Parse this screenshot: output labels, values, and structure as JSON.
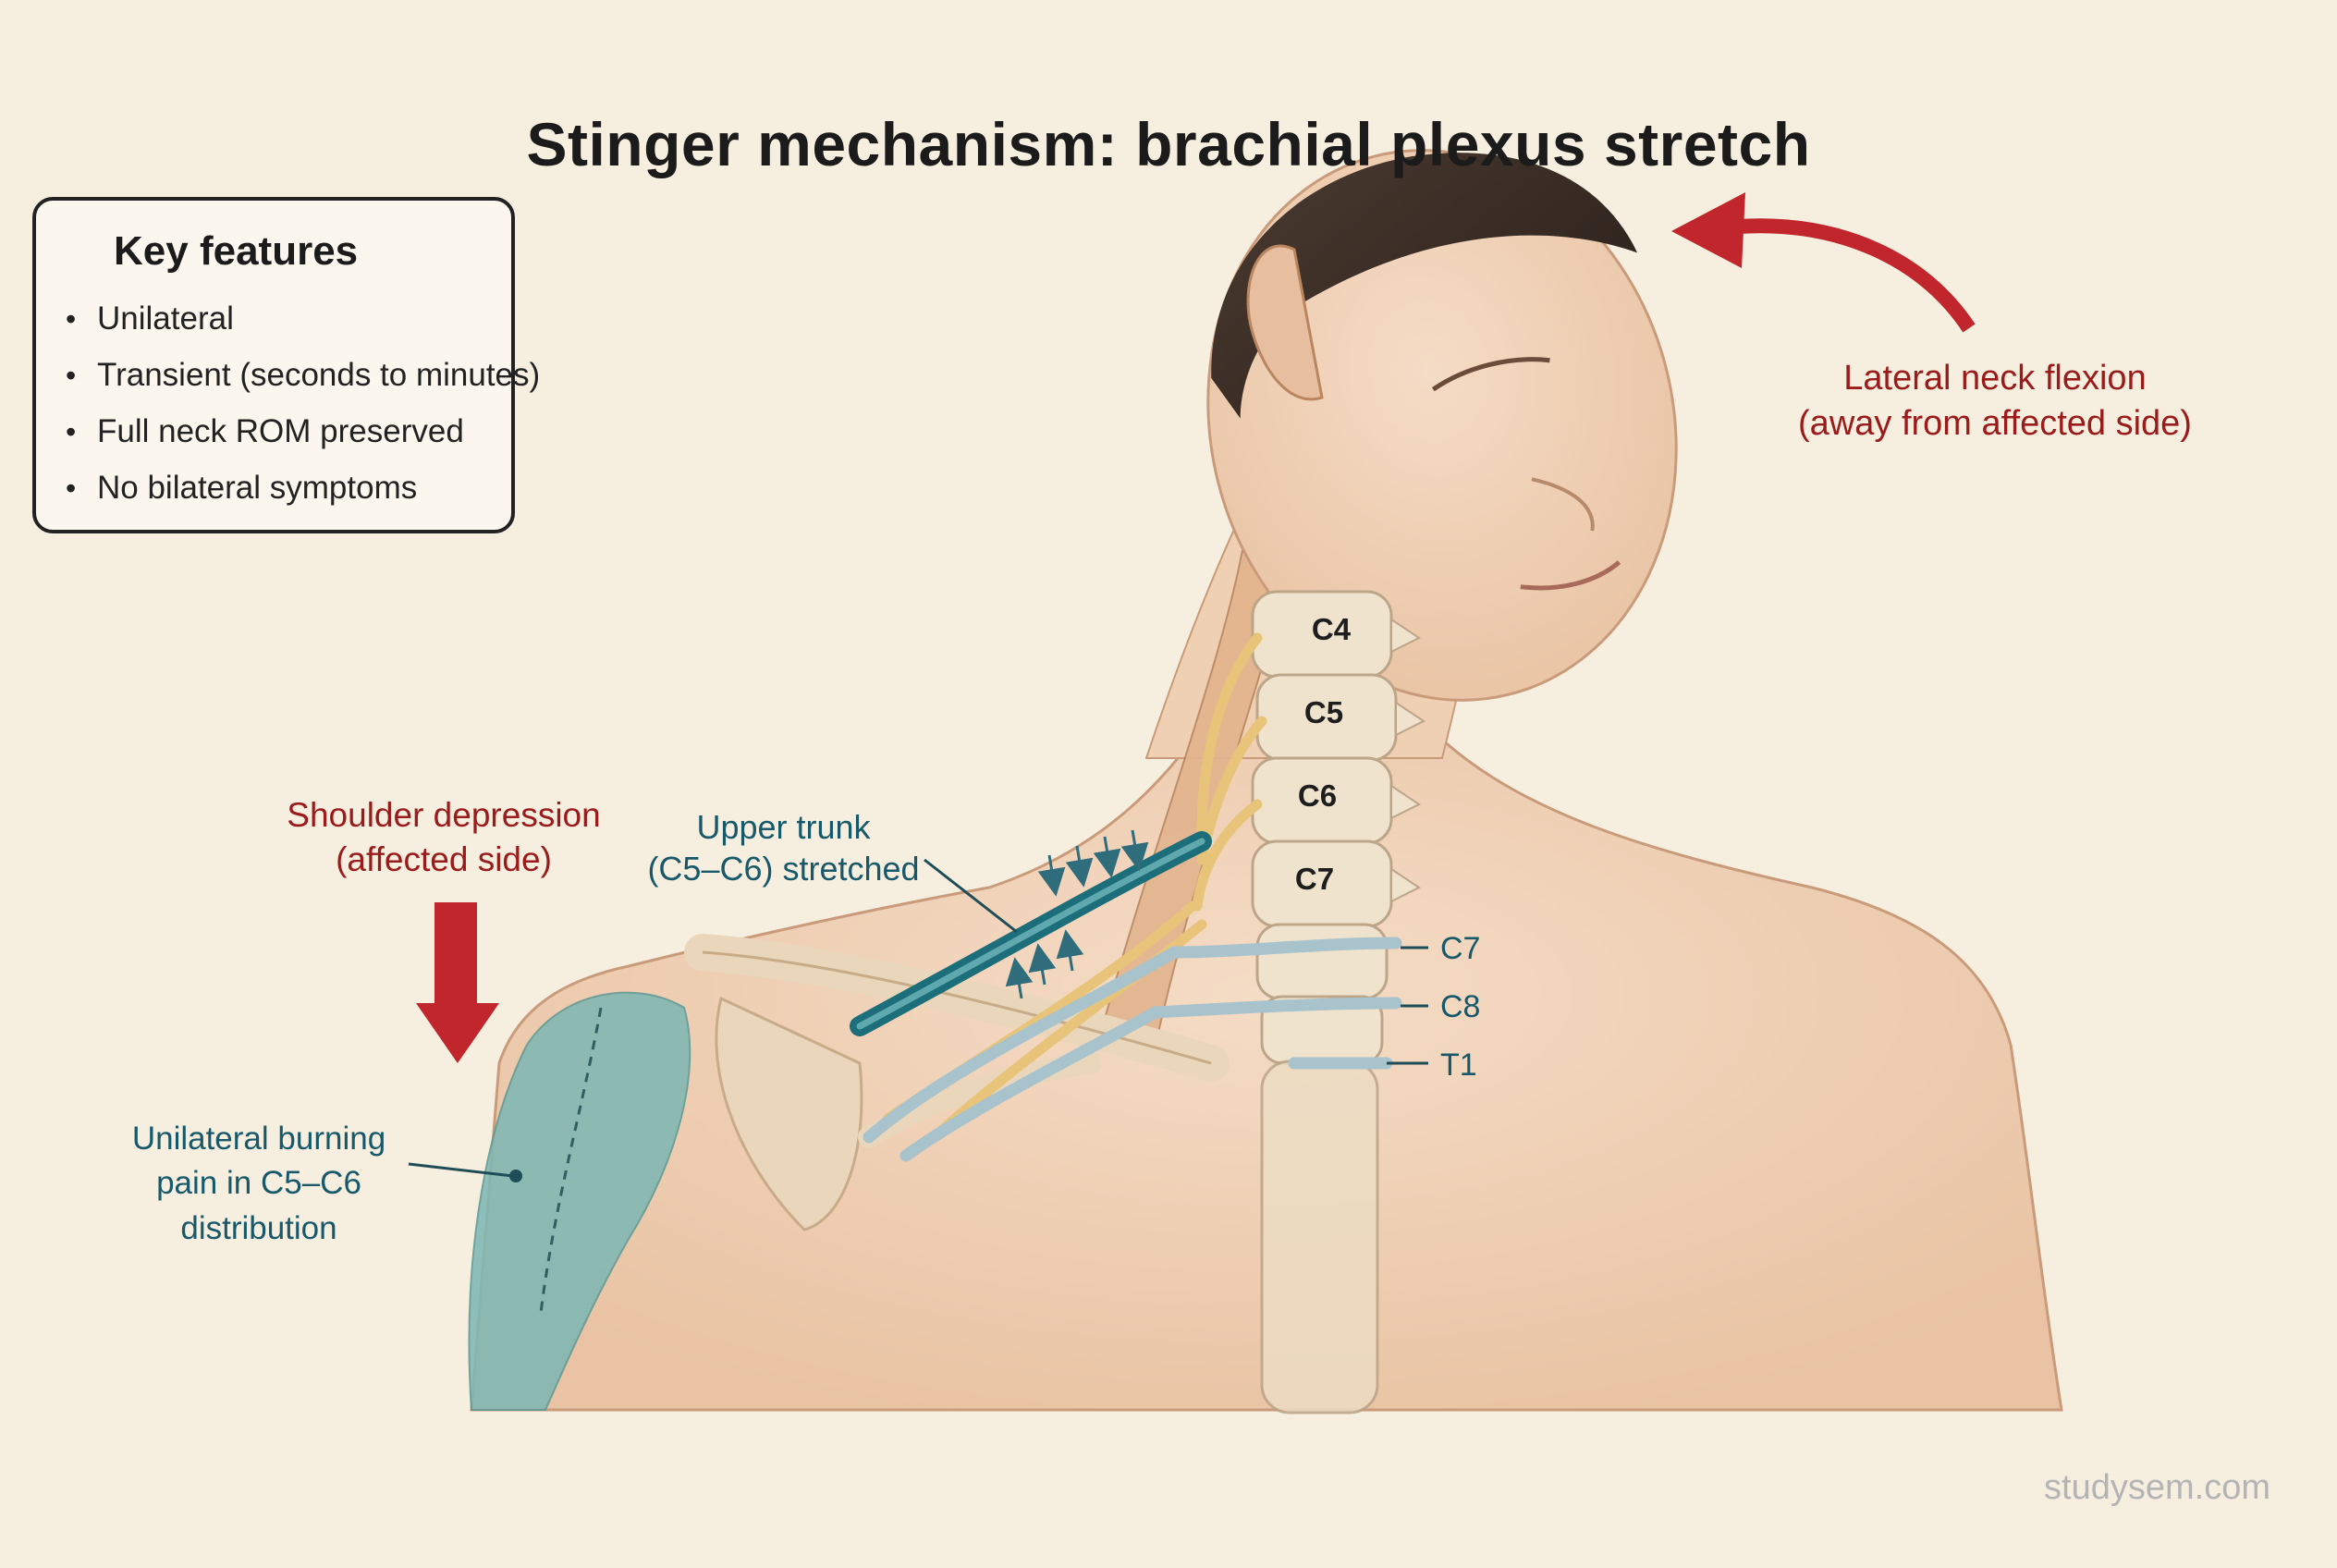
{
  "title": "Stinger mechanism: brachial plexus stretch",
  "key_features": {
    "heading": "Key features",
    "items": [
      "Unilateral",
      "Transient (seconds to minutes)",
      "Full neck ROM preserved",
      "No bilateral symptoms"
    ]
  },
  "labels": {
    "neck_flexion": [
      "Lateral neck flexion",
      "(away from affected side)"
    ],
    "shoulder_depression": [
      "Shoulder depression",
      "(affected side)"
    ],
    "upper_trunk": [
      "Upper trunk",
      "(C5–C6) stretched"
    ],
    "pain": [
      "Unilateral burning",
      "pain in C5–C6",
      "distribution"
    ]
  },
  "vertebrae": [
    "C4",
    "C5",
    "C6",
    "C7"
  ],
  "nerve_roots": [
    "C7",
    "C8",
    "T1"
  ],
  "watermark": "studysem.com",
  "colors": {
    "arrow_red": "#c0262b",
    "label_red": "#9b1b1b",
    "nerve_teal": "#17586a",
    "pain_area": "#7fb8b4",
    "nerve_yellow": "#e8c47a",
    "skin": "#f0d3b8"
  }
}
